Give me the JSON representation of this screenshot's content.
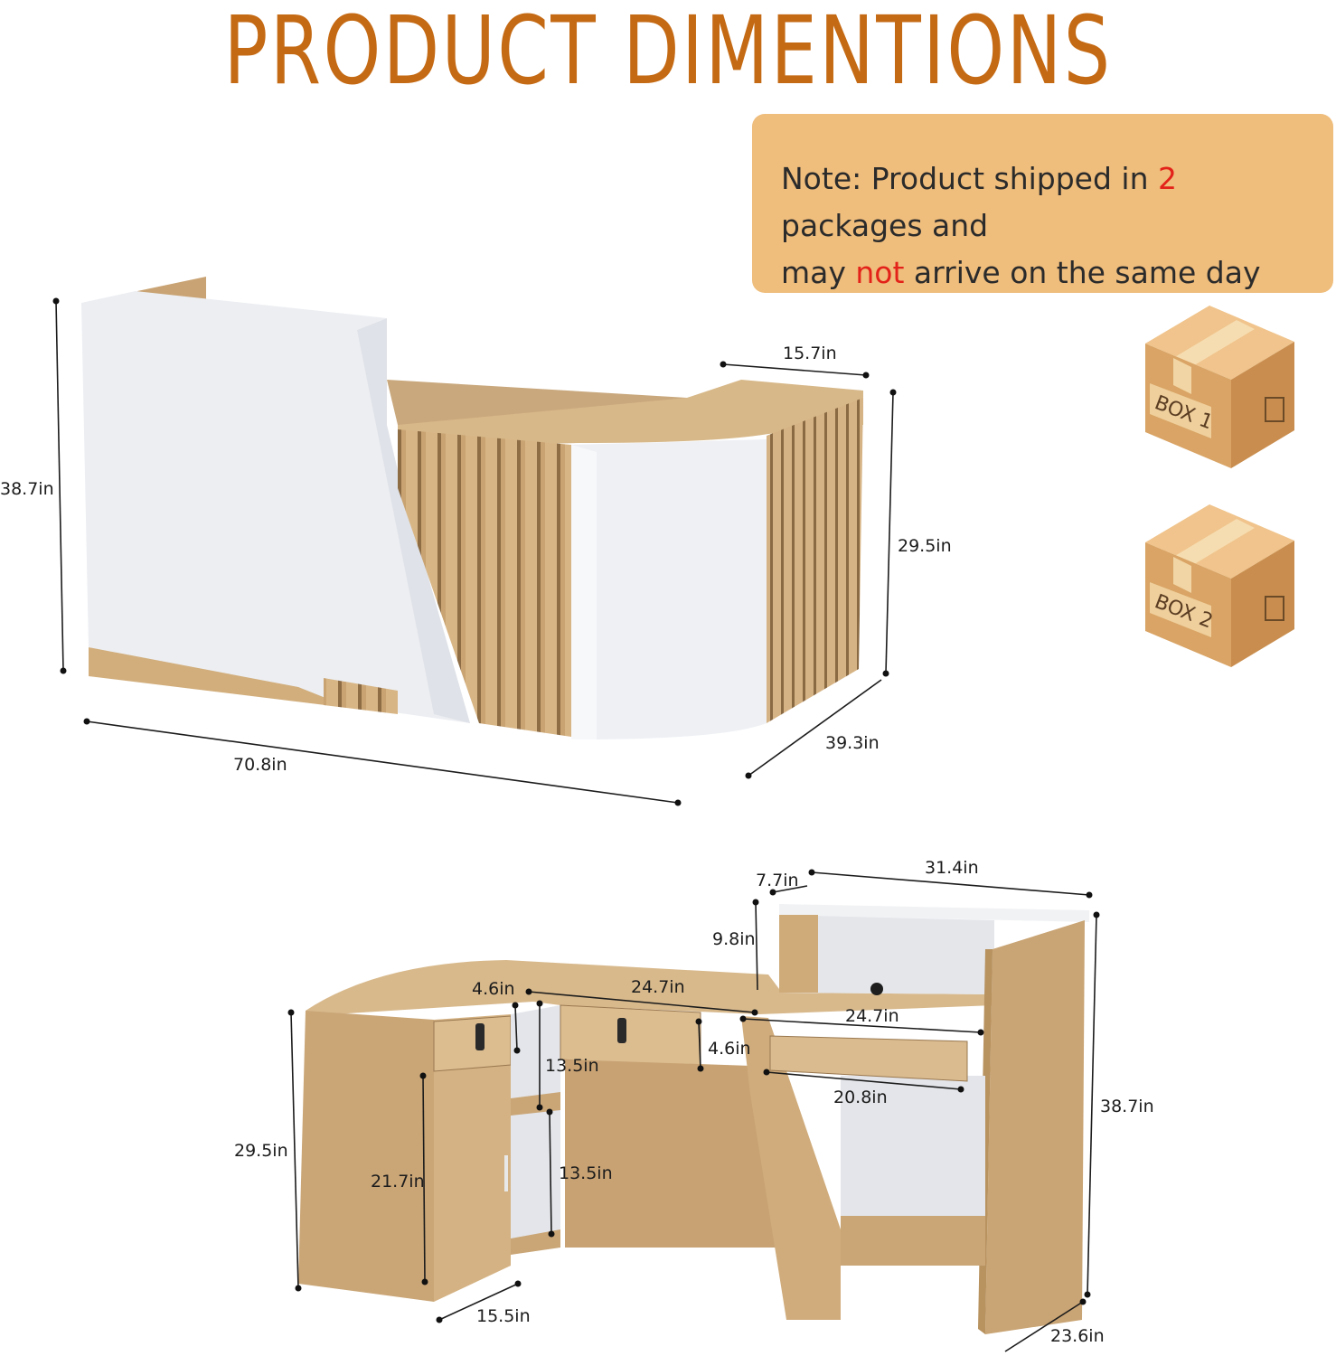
{
  "title": "PRODUCT DIMENTIONS",
  "note": {
    "part1": "Note: Product shipped in ",
    "count": "2",
    "part2": " packages and",
    "part3": "may ",
    "neg": "not",
    "part4": " arrive on the same day"
  },
  "boxes": {
    "box1": "BOX 1",
    "box2": "BOX 2"
  },
  "dims_top": {
    "height": "38.7in",
    "width": "70.8in",
    "top_depth": "15.7in",
    "right_height": "29.5in",
    "depth": "39.3in"
  },
  "dims_bottom": {
    "top_width": "31.4in",
    "top_depth": "7.7in",
    "riser_height": "9.8in",
    "drawer_depth_left": "4.6in",
    "span_left": "24.7in",
    "span_right": "24.7in",
    "drawer_depth_mid": "4.6in",
    "shelf_upper": "13.5in",
    "shelf_lower": "13.5in",
    "keyboard_tray": "20.8in",
    "cabinet_door": "21.7in",
    "left_height": "29.5in",
    "right_height": "38.7in",
    "left_depth": "15.5in",
    "right_depth": "23.6in"
  },
  "colors": {
    "title": "#c56a14",
    "note_bg": "#efbd7c",
    "highlight": "#e3221a",
    "wood": "#d9b98c",
    "white": "#eef0f4"
  }
}
